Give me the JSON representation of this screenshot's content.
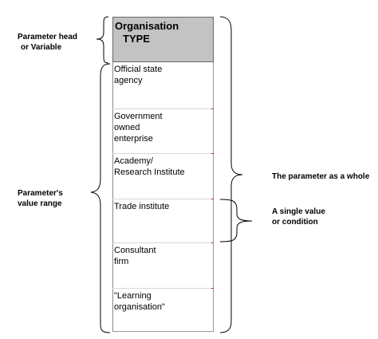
{
  "left_labels": {
    "parameter_head": [
      "Parameter head",
      "or Variable"
    ],
    "value_range": [
      "Parameter's",
      "value range"
    ]
  },
  "right_labels": {
    "whole": "The parameter as a whole",
    "single": [
      "A single value",
      "or condition"
    ]
  },
  "header": {
    "line1": "Organisation",
    "line2": "TYPE"
  },
  "values": [
    [
      "Official state",
      "agency"
    ],
    [
      "Government",
      "owned",
      "enterprise"
    ],
    [
      "Academy/",
      "Research Institute"
    ],
    [
      "Trade institute"
    ],
    [
      "Consultant",
      "firm"
    ],
    [
      "\"Learning",
      "organisation\""
    ]
  ]
}
